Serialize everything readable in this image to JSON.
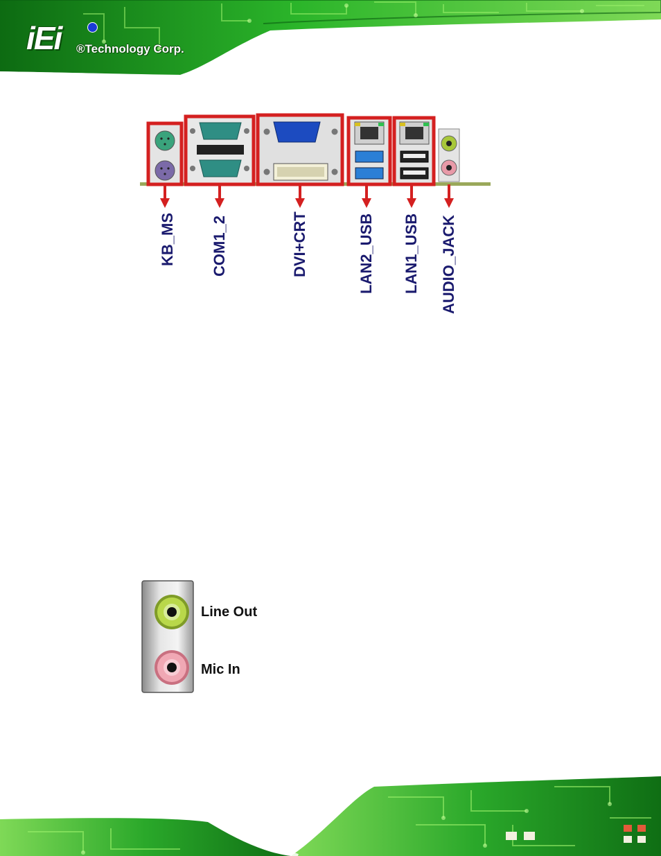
{
  "header": {
    "logo_text": "iEi",
    "logo_subtitle": "®Technology Corp."
  },
  "rear_panel": {
    "connectors": [
      {
        "id": "kb-ms",
        "label": "KB_MS"
      },
      {
        "id": "com1-2",
        "label": "COM1_2"
      },
      {
        "id": "dvi-crt",
        "label": "DVI+CRT"
      },
      {
        "id": "lan2-usb",
        "label": "LAN2_USB"
      },
      {
        "id": "lan1-usb",
        "label": "LAN1_USB"
      },
      {
        "id": "audio-jack",
        "label": "AUDIO_JACK"
      }
    ],
    "highlight_color": "#d42020",
    "label_color": "#1a1a6e"
  },
  "audio_jacks": {
    "line_out_label": "Line Out",
    "mic_in_label": "Mic In",
    "line_out_color": "#a8c83a",
    "mic_in_color": "#e89aa8"
  },
  "colors": {
    "pcb_green": "#1f9a1f",
    "bright_green": "#59d62a"
  }
}
